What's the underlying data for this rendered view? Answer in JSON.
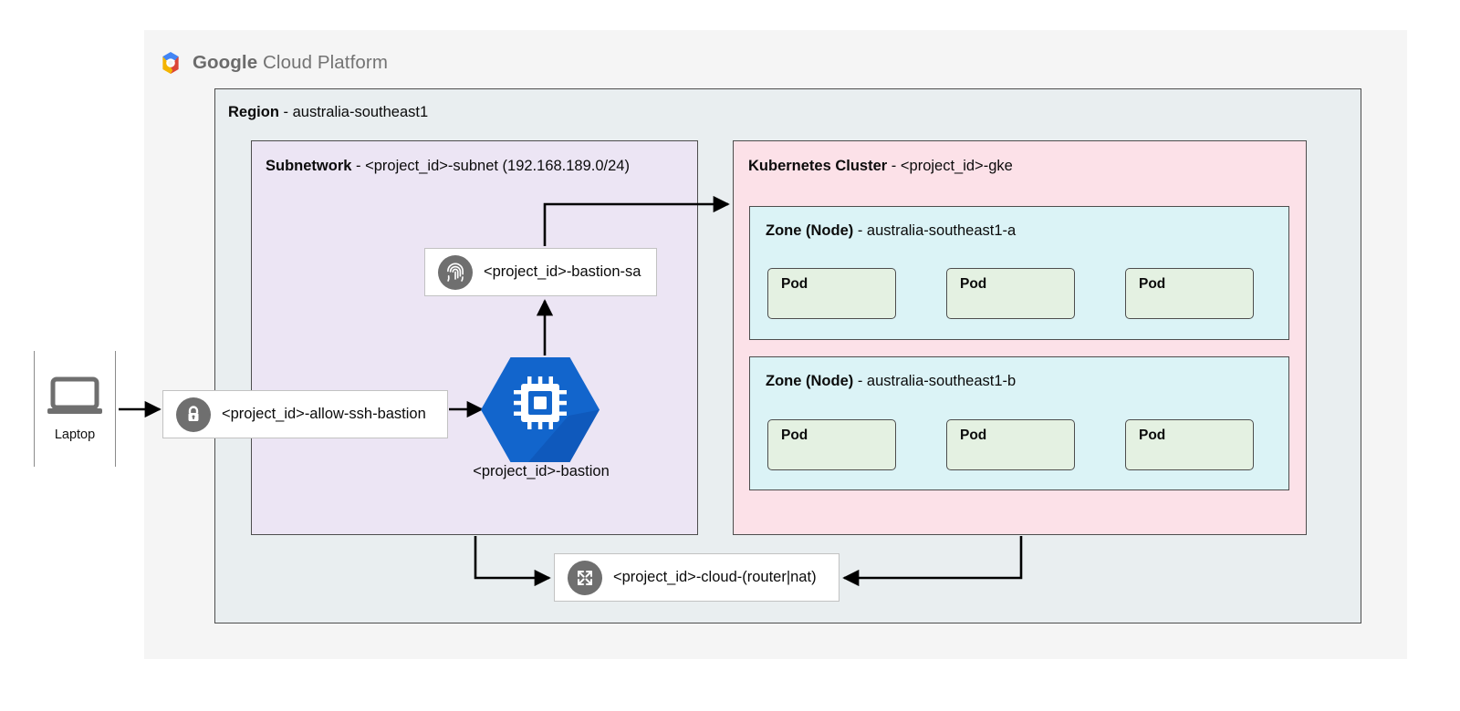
{
  "brand": {
    "logo_icon": "google-cloud-hexagon-logo",
    "name_bold": "Google",
    "name_rest": " Cloud Platform",
    "colors": {
      "logo_blue": "#4285f4",
      "logo_red": "#db4437",
      "logo_yellow": "#f4b400",
      "logo_green": "#0f9d58",
      "panel_bg": "#f5f5f5"
    }
  },
  "region": {
    "title_bold": "Region",
    "title_rest": " - australia-southeast1",
    "bg": "#e9eef0",
    "border": "#4d4d4d"
  },
  "subnetwork": {
    "title_bold": "Subnetwork",
    "title_rest": " - <project_id>-subnet (192.168.189.0/24)",
    "cidr": "192.168.189.0/24",
    "bg": "#ece5f4"
  },
  "cluster": {
    "title_bold": "Kubernetes Cluster",
    "title_rest": " - <project_id>-gke",
    "bg": "#fce1e8",
    "zones": [
      {
        "title_bold": "Zone (Node)",
        "title_rest": " - australia-southeast1-a",
        "bg": "#dbf3f6",
        "pods": [
          {
            "label": "Pod"
          },
          {
            "label": "Pod"
          },
          {
            "label": "Pod"
          }
        ]
      },
      {
        "title_bold": "Zone (Node)",
        "title_rest": " - australia-southeast1-b",
        "bg": "#dbf3f6",
        "pods": [
          {
            "label": "Pod"
          },
          {
            "label": "Pod"
          },
          {
            "label": "Pod"
          }
        ]
      }
    ]
  },
  "laptop": {
    "icon": "laptop-icon",
    "caption": "Laptop",
    "icon_color": "#6f6f6f"
  },
  "nodes": {
    "firewall": {
      "icon": "lock-icon",
      "label": "<project_id>-allow-ssh-bastion",
      "icon_bg": "#6f6f6f"
    },
    "service_account": {
      "icon": "fingerprint-icon",
      "label": "<project_id>-bastion-sa",
      "icon_bg": "#6f6f6f"
    },
    "bastion": {
      "icon": "compute-engine-cpu-hexagon-icon",
      "label": "<project_id>-bastion",
      "icon_color": "#1265cc",
      "icon_shadow": "#0d50ae"
    },
    "router_nat": {
      "icon": "cloud-router-nat-icon",
      "label": "<project_id>-cloud-(router|nat)",
      "icon_bg": "#6f6f6f"
    }
  },
  "connectors": {
    "color": "#000000",
    "flows": [
      {
        "from": "laptop",
        "to": "firewall"
      },
      {
        "from": "firewall",
        "to": "bastion"
      },
      {
        "from": "bastion",
        "to": "service-account"
      },
      {
        "from": "service-account",
        "to": "kubernetes-cluster"
      },
      {
        "from": "subnetwork",
        "to": "router-nat"
      },
      {
        "from": "kubernetes-cluster",
        "to": "router-nat"
      }
    ]
  }
}
